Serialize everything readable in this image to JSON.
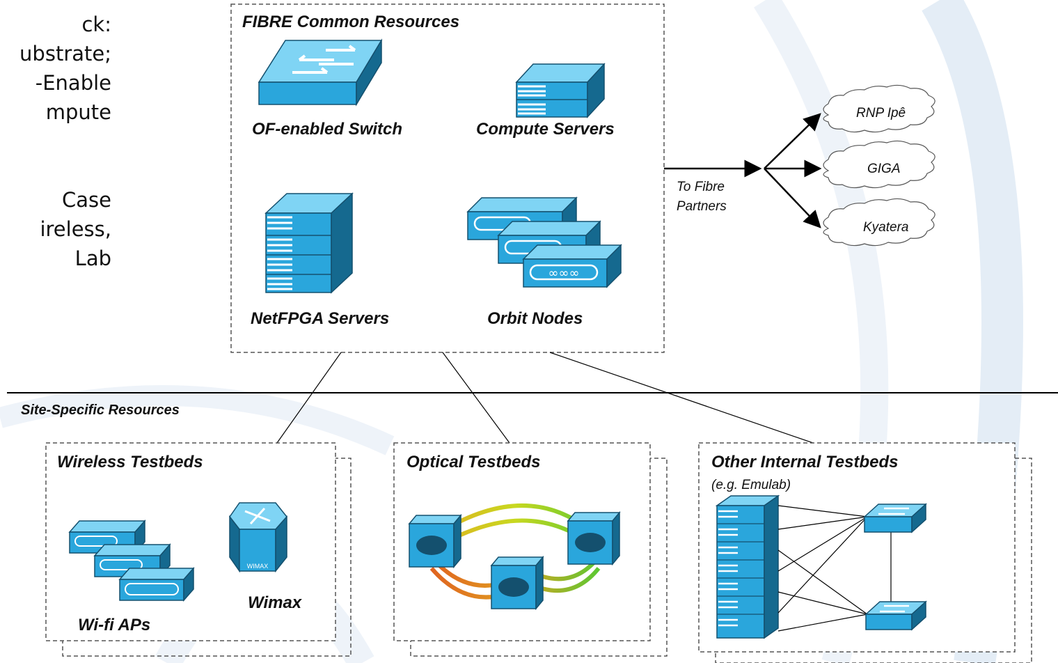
{
  "colors": {
    "device_blue": "#2aa6dc",
    "device_dark": "#15698f",
    "device_top": "#6fcdf2",
    "border_dashed": "#555555"
  },
  "left_text_fragments": [
    "ck:",
    "ubstrate;",
    "-Enable",
    "mpute",
    "",
    "Case",
    "ireless,",
    "Lab"
  ],
  "common": {
    "title": "FIBRE Common Resources",
    "items": {
      "switch": "OF-enabled Switch",
      "compute": "Compute Servers",
      "netfpga": "NetFPGA Servers",
      "orbit": "Orbit Nodes"
    }
  },
  "partners": {
    "label_line1": "To Fibre",
    "label_line2": "Partners",
    "clouds": [
      "RNP Ipê",
      "GIGA",
      "Kyatera"
    ]
  },
  "site_specific": {
    "title": "Site-Specific Resources",
    "wireless": {
      "title": "Wireless Testbeds",
      "wifi": "Wi-fi  APs",
      "wimax": "Wimax",
      "wimax_badge": "WIMAX"
    },
    "optical": {
      "title": "Optical Testbeds"
    },
    "other": {
      "title": "Other Internal Testbeds",
      "subtitle": "(e.g. Emulab)"
    }
  }
}
